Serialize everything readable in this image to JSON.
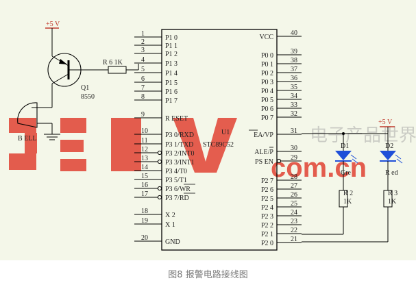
{
  "caption": "图8 报警电路接线图",
  "watermark": {
    "latin": "com.cn",
    "cjk": "电子产品世界"
  },
  "chip": {
    "name": "U1",
    "model": "STC89C52",
    "left_pins": [
      {
        "num": "1",
        "label": "P1 0"
      },
      {
        "num": "2",
        "label": "P1 1"
      },
      {
        "num": "3",
        "label": "P1 2"
      },
      {
        "num": "4",
        "label": "P1 3"
      },
      {
        "num": "5",
        "label": "P1 4"
      },
      {
        "num": "6",
        "label": "P1 5"
      },
      {
        "num": "7",
        "label": "P1 6"
      },
      {
        "num": "8",
        "label": "P1 7"
      },
      {
        "num": "9",
        "label": "R ESET"
      },
      {
        "num": "10",
        "label": "P3 0/RXD"
      },
      {
        "num": "11",
        "label": "P3 1/TXD"
      },
      {
        "num": "12",
        "label": "P3 2/INT0"
      },
      {
        "num": "13",
        "label": "P3 3/INT1"
      },
      {
        "num": "14",
        "label": "P3 4/T0"
      },
      {
        "num": "15",
        "label": "P3 5/T1"
      },
      {
        "num": "16",
        "label": "P3 6/WR"
      },
      {
        "num": "17",
        "label": "P3 7/RD"
      },
      {
        "num": "18",
        "label": "X 2"
      },
      {
        "num": "19",
        "label": "X 1"
      },
      {
        "num": "20",
        "label": "GND"
      }
    ],
    "right_pins": [
      {
        "num": "40",
        "label": "VCC"
      },
      {
        "num": "39",
        "label": "P0 0"
      },
      {
        "num": "38",
        "label": "P0 1"
      },
      {
        "num": "37",
        "label": "P0 2"
      },
      {
        "num": "36",
        "label": "P0 3"
      },
      {
        "num": "35",
        "label": "P0 4"
      },
      {
        "num": "34",
        "label": "P0 5"
      },
      {
        "num": "33",
        "label": "P0 6"
      },
      {
        "num": "32",
        "label": "P0 7"
      },
      {
        "num": "31",
        "label": "EA/VP"
      },
      {
        "num": "30",
        "label": "ALE/P"
      },
      {
        "num": "29",
        "label": "PS EN"
      },
      {
        "num": "28",
        "label": "P2 7"
      },
      {
        "num": "27",
        "label": "P2 6"
      },
      {
        "num": "26",
        "label": "P2 5"
      },
      {
        "num": "25",
        "label": "P2 4"
      },
      {
        "num": "24",
        "label": "P2 3"
      },
      {
        "num": "23",
        "label": "P2 2"
      },
      {
        "num": "22",
        "label": "P2 1"
      },
      {
        "num": "21",
        "label": "P2 0"
      }
    ]
  },
  "components": {
    "vcc_left": "+5 V",
    "vcc_right": "+5 V",
    "r6": "R 6  1K",
    "q1_name": "Q1",
    "q1_model": "8550",
    "bell": "B ELL",
    "d1": "D1",
    "d2": "D2",
    "d1_color": "Gre",
    "d2_color": "R ed",
    "r2_name": "R 2",
    "r2_value": "1K",
    "r3_name": "R 3",
    "r3_value": "1K"
  },
  "colors": {
    "panel": "#f4f7e9",
    "led": "#1f4fd8",
    "watermark": "#e03b2c",
    "caption": "#7a7a7a"
  }
}
